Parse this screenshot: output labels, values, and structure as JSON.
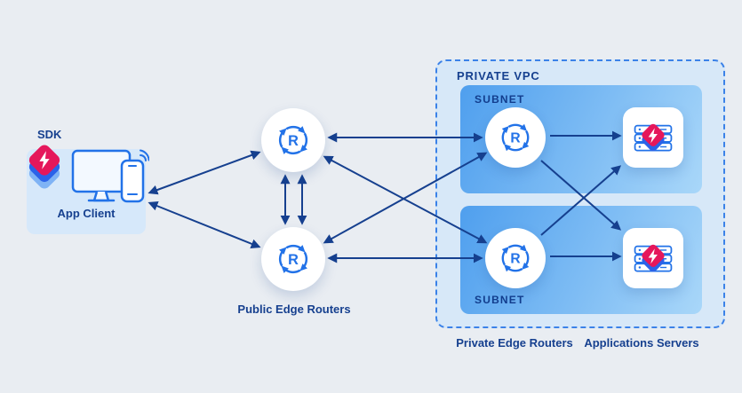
{
  "client": {
    "sdk_label": "SDK",
    "app_label": "App Client"
  },
  "public_edge": {
    "caption": "Public Edge Routers"
  },
  "vpc": {
    "label": "PRIVATE VPC",
    "subnets": [
      {
        "label": "SUBNET"
      },
      {
        "label": "SUBNET"
      }
    ],
    "private_routers_caption": "Private Edge Routers",
    "app_servers_caption": "Applications Servers"
  },
  "icons": {
    "router_letter": "R"
  },
  "colors": {
    "background": "#e9edf2",
    "navy_arrow": "#16408f",
    "icon_blue": "#2272e8",
    "accent_red": "#e5175b",
    "subnet_blue": "#4f9fee",
    "vpc_fill": "#d7e8f8",
    "client_fill": "#d6e8fa"
  }
}
